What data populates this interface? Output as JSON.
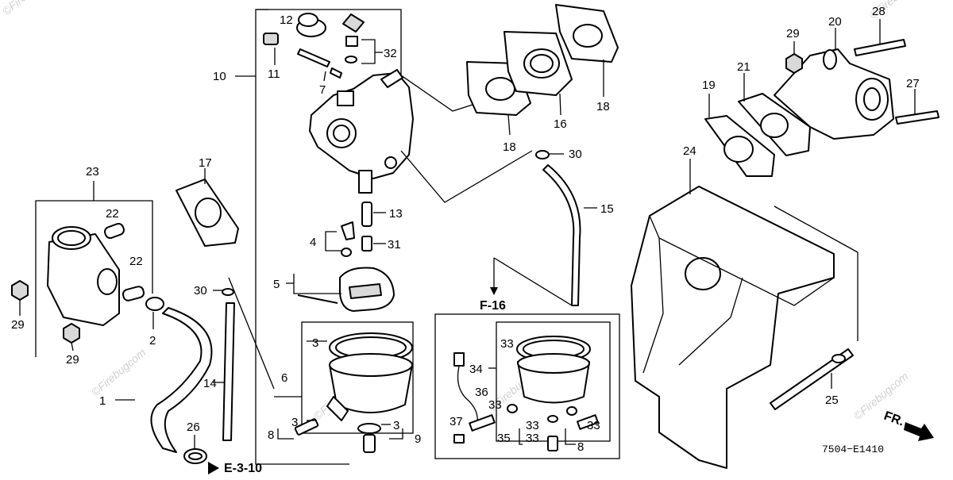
{
  "diagram": {
    "part_numbers": [
      "1",
      "2",
      "3",
      "4",
      "5",
      "6",
      "7",
      "8",
      "9",
      "10",
      "11",
      "12",
      "13",
      "14",
      "15",
      "16",
      "17",
      "18",
      "19",
      "20",
      "21",
      "22",
      "23",
      "24",
      "25",
      "26",
      "27",
      "28",
      "29",
      "30",
      "31",
      "32",
      "33",
      "34",
      "35",
      "36",
      "37"
    ],
    "references": {
      "ref_f16": "F-16",
      "ref_e310": "E-3-10"
    },
    "forward_label": "FR.",
    "drawing_code": "7504−E1410",
    "watermark": "©Firebugcom",
    "colors": {
      "line": "#000000",
      "background": "#ffffff",
      "watermark": "#cfcfcf"
    }
  }
}
